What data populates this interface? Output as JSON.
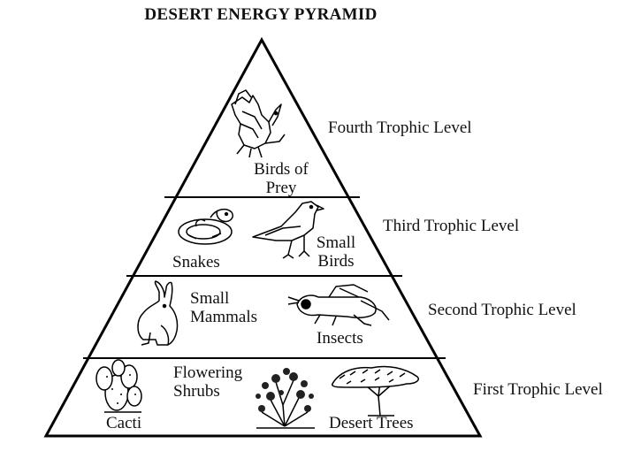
{
  "title": "DESERT ENERGY PYRAMID",
  "levels": [
    {
      "name": "Fourth Trophic Level",
      "organisms": [
        "Birds of Prey"
      ]
    },
    {
      "name": "Third Trophic Level",
      "organisms": [
        "Snakes",
        "Small Birds"
      ]
    },
    {
      "name": "Second Trophic Level",
      "organisms": [
        "Small Mammals",
        "Insects"
      ]
    },
    {
      "name": "First Trophic Level",
      "organisms": [
        "Cacti",
        "Flowering Shrubs",
        "Desert Trees"
      ]
    }
  ],
  "labels": {
    "birds_of_prey_1": "Birds of",
    "birds_of_prey_2": "Prey",
    "snakes": "Snakes",
    "small_birds_1": "Small",
    "small_birds_2": "Birds",
    "small_mammals_1": "Small",
    "small_mammals_2": "Mammals",
    "insects": "Insects",
    "cacti": "Cacti",
    "flowering_shrubs_1": "Flowering",
    "flowering_shrubs_2": "Shrubs",
    "desert_trees": "Desert Trees"
  },
  "icons": {
    "bird_of_prey": "bird-of-prey-icon",
    "snake": "snake-icon",
    "small_bird": "small-bird-icon",
    "rabbit": "rabbit-icon",
    "grasshopper": "grasshopper-icon",
    "cactus": "cactus-icon",
    "shrub": "shrub-icon",
    "tree": "tree-icon"
  }
}
